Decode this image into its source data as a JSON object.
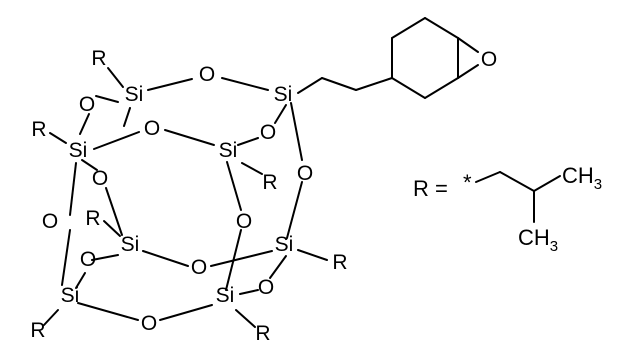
{
  "labels": {
    "silicon": "Si",
    "oxygen": "O",
    "substituent": "R",
    "definition_lhs": "R =",
    "attachment_point": "*",
    "methyl": "CH",
    "methyl_subscript": "3"
  }
}
